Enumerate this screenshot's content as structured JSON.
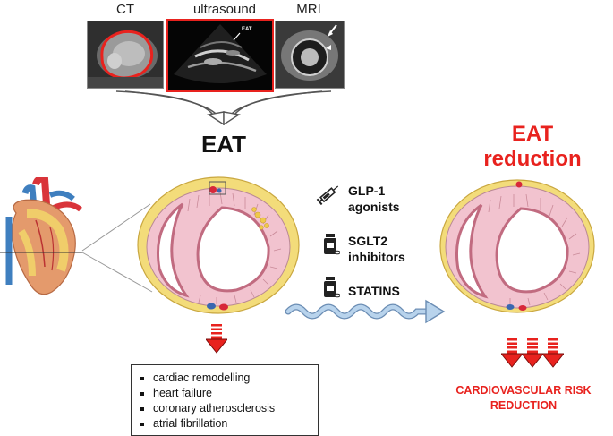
{
  "imaging": {
    "ct_label": "CT",
    "us_label": "ultrasound",
    "mri_label": "MRI",
    "us_annotation": "EAT"
  },
  "center_title": "EAT",
  "right_title_line1": "EAT",
  "right_title_line2": "reduction",
  "drugs": [
    {
      "line1": "GLP-1",
      "line2": "agonists",
      "icon": "syringe-icon"
    },
    {
      "line1": "SGLT2",
      "line2": "inhibitors",
      "icon": "pill-bottle-icon"
    },
    {
      "line1": "STATINS",
      "line2": "",
      "icon": "pill-bottle-icon"
    }
  ],
  "outcomes": [
    "cardiac remodelling",
    "heart failure",
    "coronary atherosclerosis",
    "atrial fibrillation"
  ],
  "risk_line1": "CARDIOVASCULAR RISK",
  "risk_line2": "REDUCTION",
  "colors": {
    "accent_red": "#e8221e",
    "fat_yellow": "#f3dc7a",
    "myocardium_pink": "#f2c3cf",
    "wave_blue": "#b8d3ec"
  }
}
